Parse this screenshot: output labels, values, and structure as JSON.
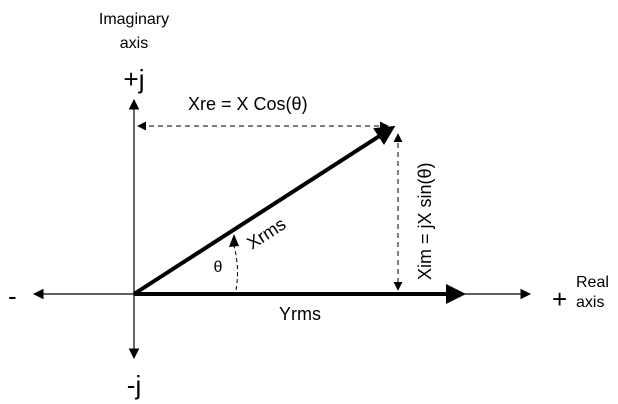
{
  "labels": {
    "imag_axis_line1": "Imaginary",
    "imag_axis_line2": "axis",
    "plus_j": "+j",
    "minus_j": "-j",
    "minus": "-",
    "plus": "+",
    "real_axis_line1": "Real",
    "real_axis_line2": "axis",
    "xre": "Xre = X Cos(",
    "xre_close": ")",
    "xim": "Xim = jX sin(",
    "xim_close": ")",
    "xrms": "Xrms",
    "yrms": "Yrms",
    "theta": "θ"
  },
  "colors": {
    "stroke": "#000000",
    "background": "#ffffff"
  }
}
